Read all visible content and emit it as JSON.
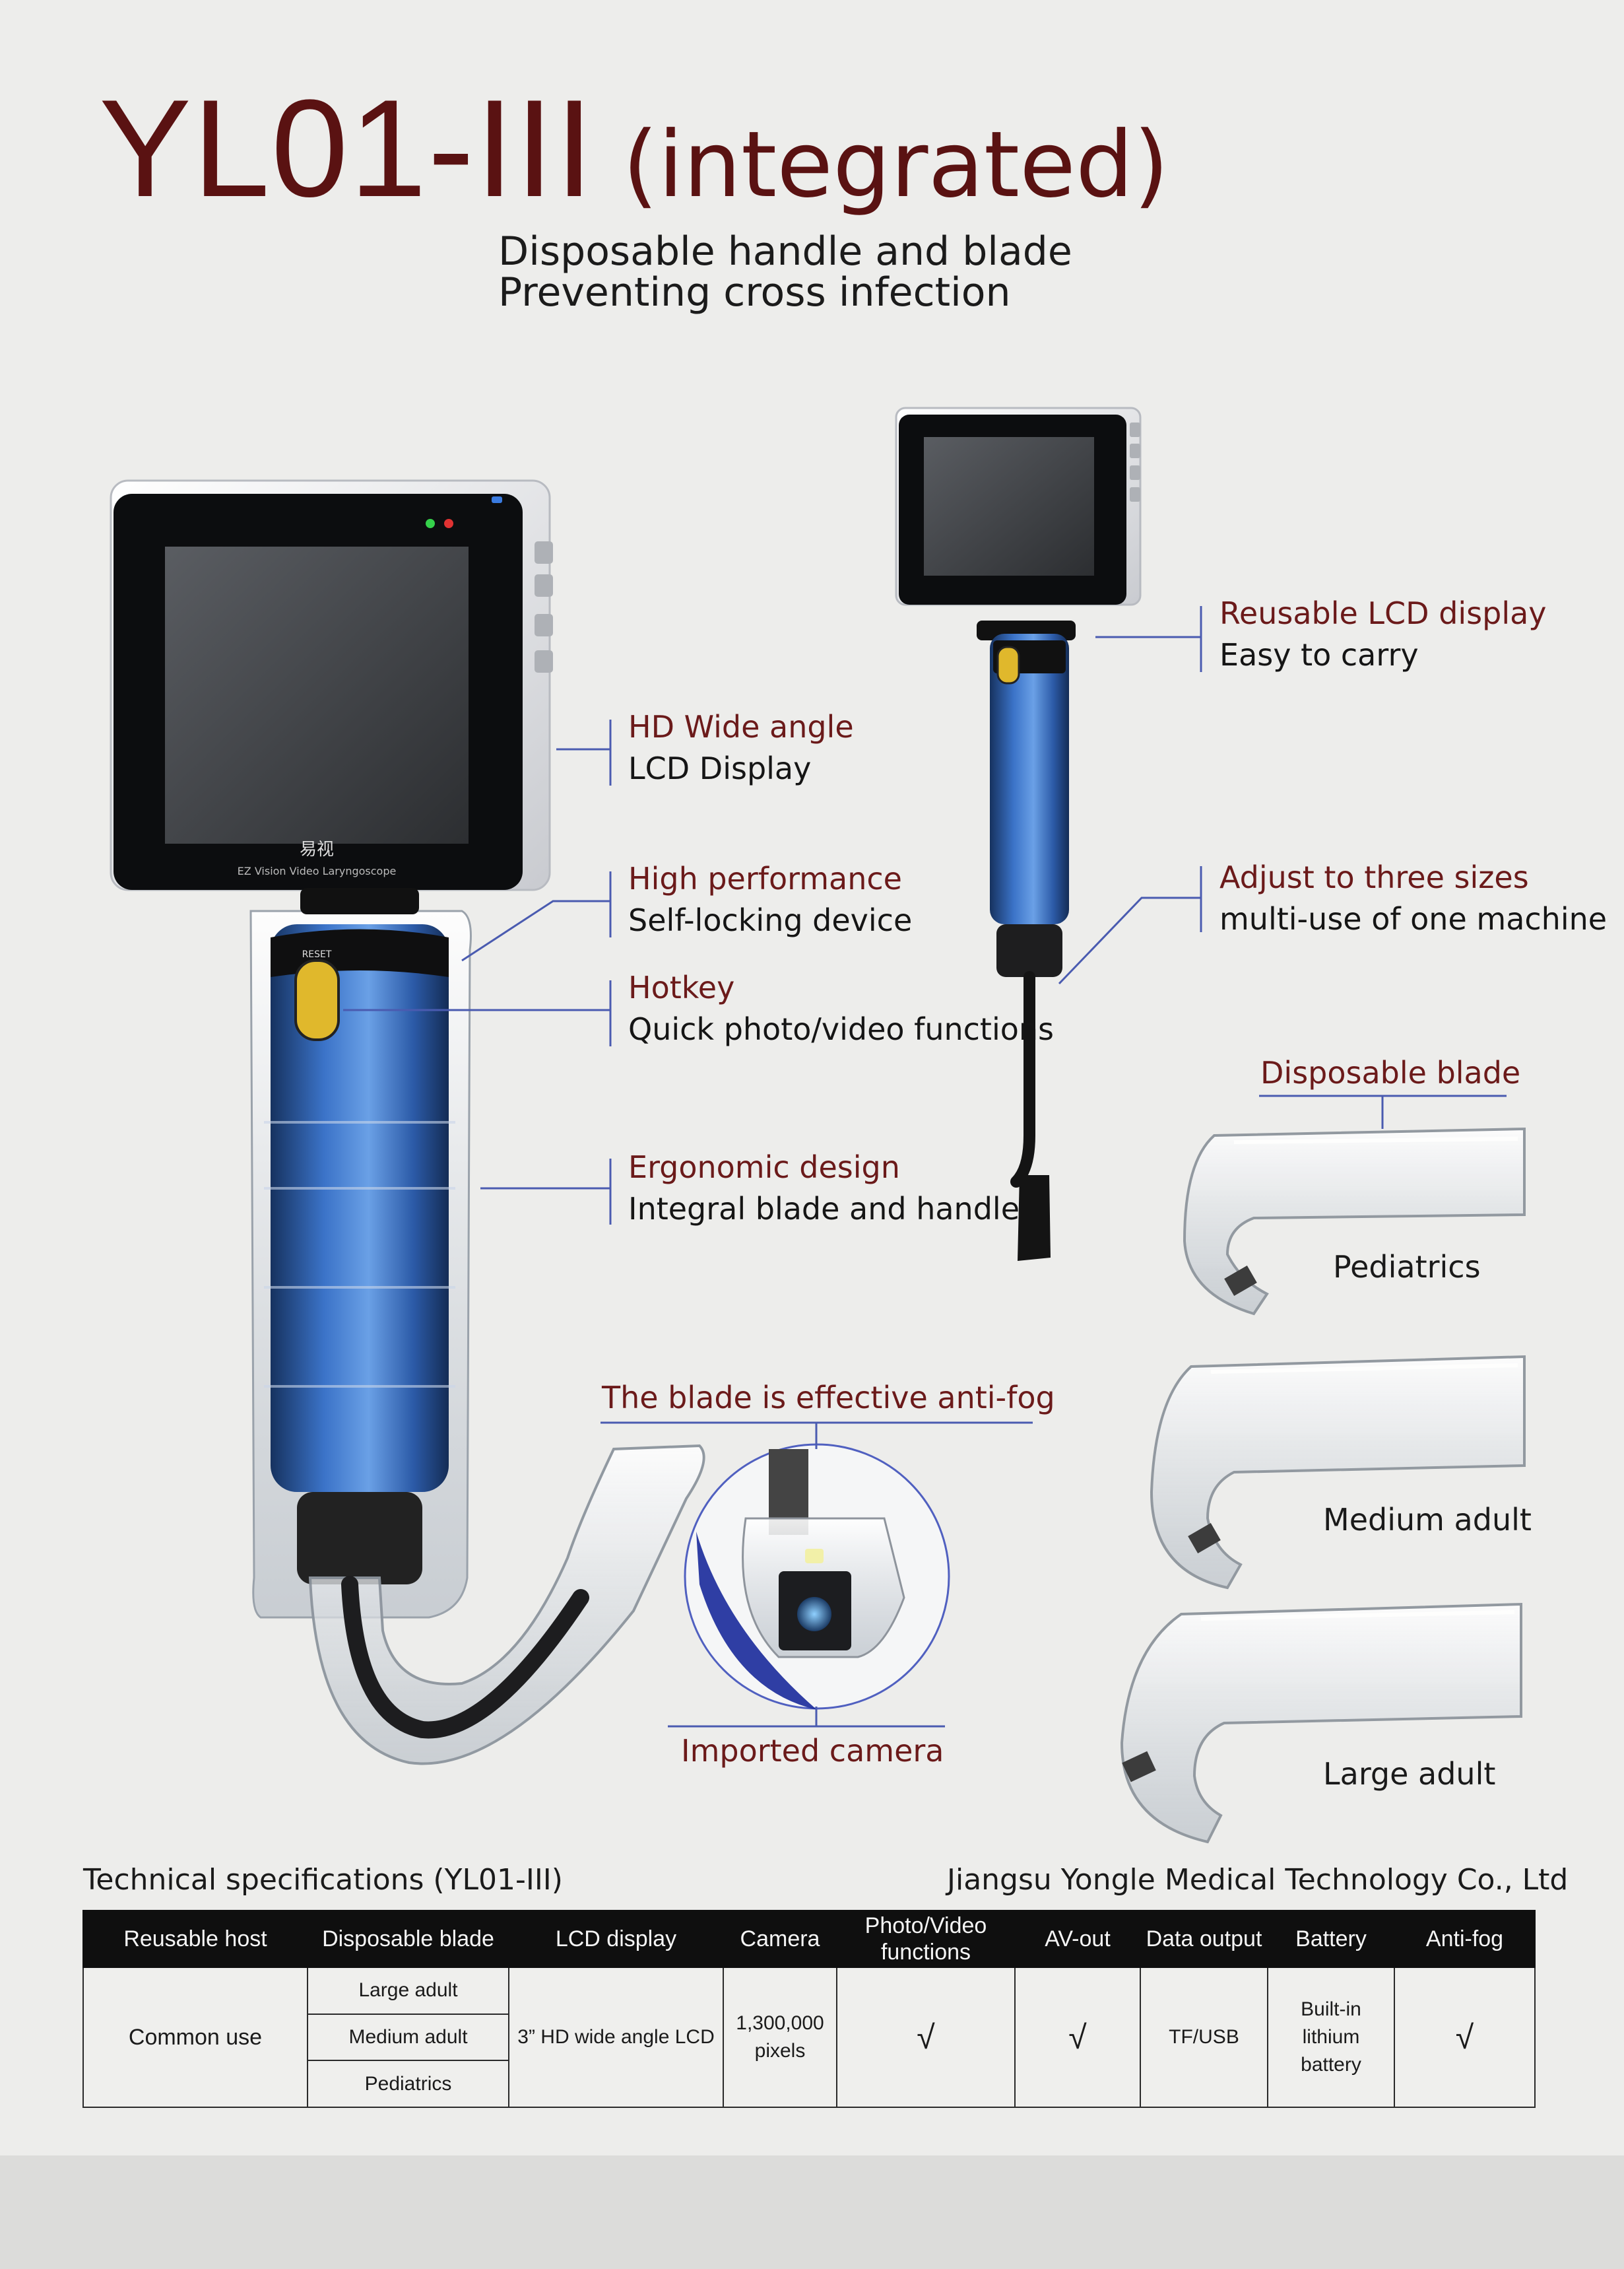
{
  "title": {
    "model": "YL01-III",
    "suffix": "(integrated)"
  },
  "subtitle": [
    "Disposable handle and blade",
    "Preventing cross infection"
  ],
  "features": {
    "hd_display": {
      "heading": "HD Wide angle",
      "detail": "LCD Display"
    },
    "self_locking": {
      "heading": "High performance",
      "detail": "Self-locking device"
    },
    "hotkey": {
      "heading": "Hotkey",
      "detail": "Quick photo/video functions"
    },
    "ergonomic": {
      "heading": "Ergonomic design",
      "detail": "Integral blade and handle"
    },
    "reusable_lcd": {
      "heading": "Reusable LCD display",
      "detail": "Easy to carry"
    },
    "adjust_sizes": {
      "heading": "Adjust to three sizes",
      "detail": "multi-use of one machine"
    }
  },
  "device_labels": {
    "reset": "RESET",
    "brand": "易视",
    "model_line": "EZ Vision Video Laryngoscope"
  },
  "anti_fog_caption": "The blade is effective anti-fog",
  "camera_caption": "Imported camera",
  "disposable_blade": {
    "title": "Disposable blade",
    "sizes": [
      "Pediatrics",
      "Medium adult",
      "Large adult"
    ]
  },
  "spec": {
    "title": "Technical specifications (YL01-III)",
    "company": "Jiangsu Yongle Medical Technology  Co., Ltd",
    "headers": [
      "Reusable host",
      "Disposable blade",
      "LCD display",
      "Camera",
      "Photo/Video functions",
      "AV-out",
      "Data output",
      "Battery",
      "Anti-fog"
    ],
    "row": {
      "host": "Common use",
      "blades": [
        "Large adult",
        "Medium adult",
        "Pediatrics"
      ],
      "lcd": "3” HD wide angle LCD",
      "camera": "1,300,000 pixels",
      "photo_video": "√",
      "av_out": "√",
      "data_output": "TF/USB",
      "battery": "Built-in lithium battery",
      "anti_fog": "√"
    }
  },
  "colors": {
    "title": "#5a1212",
    "heading": "#6b1a1a",
    "handle_blue": "#2f63b3",
    "leader_line": "#4a5bb0"
  }
}
